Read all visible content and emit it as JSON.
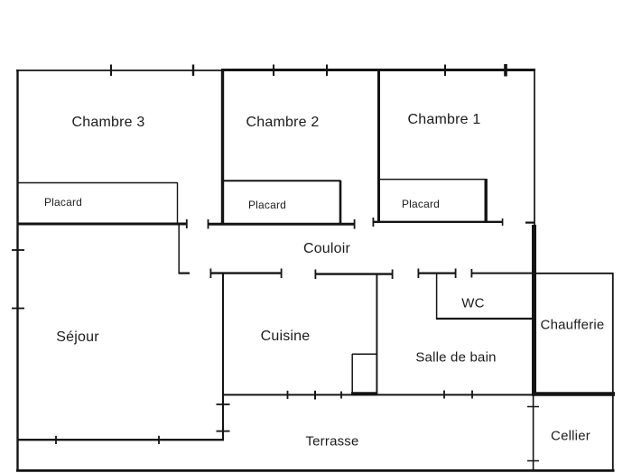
{
  "rooms": {
    "chambre3": "Chambre 3",
    "chambre2": "Chambre 2",
    "chambre1": "Chambre 1",
    "placard": "Placard",
    "couloir": "Couloir",
    "sejour": "Séjour",
    "cuisine": "Cuisine",
    "wc": "WC",
    "salle_de_bain": "Salle de bain",
    "chaufferie": "Chaufferie",
    "terrasse": "Terrasse",
    "cellier": "Cellier"
  },
  "colors": {
    "background": "#ffffff",
    "wall": "#141414",
    "wall_light": "#6e6e6e",
    "text": "#1b1b1b"
  }
}
